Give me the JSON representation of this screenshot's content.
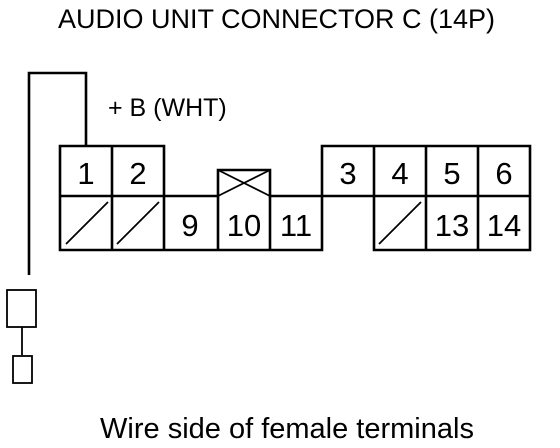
{
  "diagram": {
    "title": "AUDIO UNIT CONNECTOR C (14P)",
    "wire_label": "+ B (WHT)",
    "caption": "Wire side of female terminals",
    "pins": {
      "p1": "1",
      "p2": "2",
      "p3": "3",
      "p4": "4",
      "p5": "5",
      "p6": "6",
      "p9": "9",
      "p10": "10",
      "p11": "11",
      "p13": "13",
      "p14": "14"
    }
  }
}
